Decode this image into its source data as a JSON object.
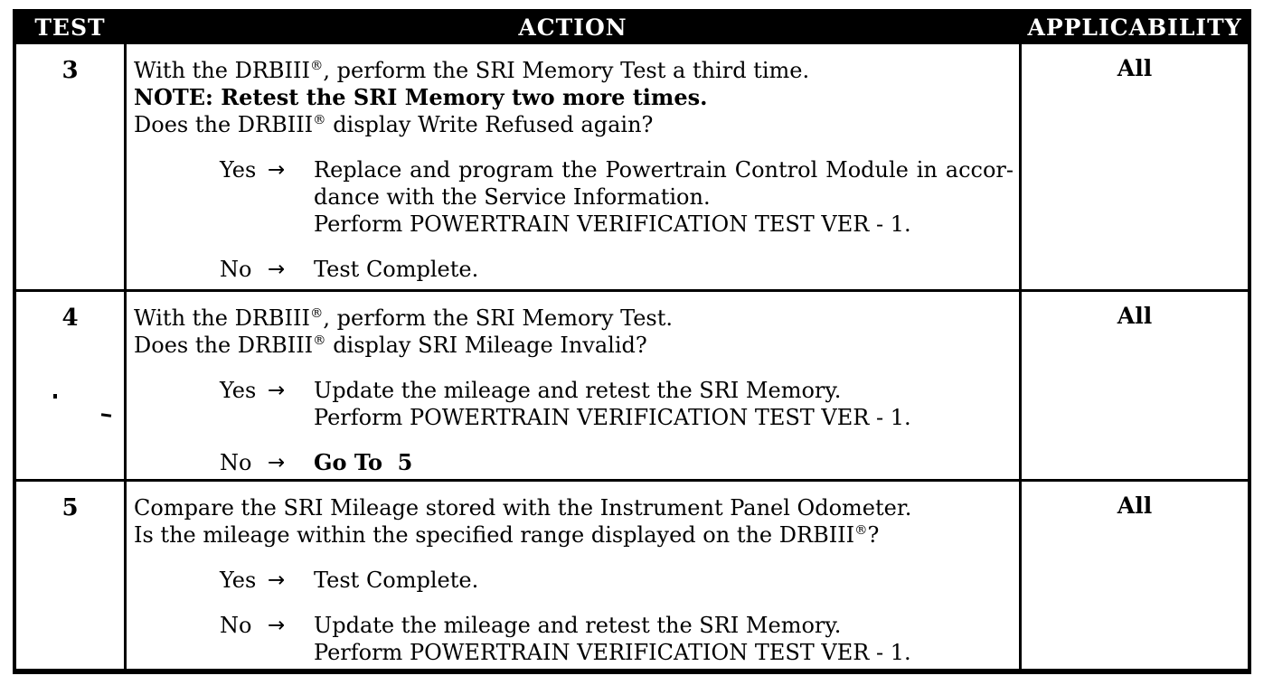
{
  "colors": {
    "ink": "#000000",
    "paper": "#ffffff"
  },
  "table": {
    "headers": {
      "test": "TEST",
      "action": "ACTION",
      "applicability": "APPLICABILITY"
    },
    "rows": [
      {
        "test": "3",
        "applicability": "All",
        "intro": [
          "With the DRBIII®, perform the SRI Memory Test a third time.",
          "NOTE: Retest the SRI Memory two more times.",
          "Does the DRBIII® display Write Refused again?"
        ],
        "yes": {
          "label": "Yes",
          "arrow": "→",
          "lines": [
            "Replace and program the Powertrain Control Module in accor-",
            "dance with the Service Information.",
            "Perform POWERTRAIN VERIFICATION TEST VER - 1."
          ]
        },
        "no": {
          "label": "No",
          "arrow": "→",
          "lines": [
            "Test Complete."
          ]
        }
      },
      {
        "test": "4",
        "applicability": "All",
        "intro": [
          "With the DRBIII®, perform the SRI Memory Test.",
          "Does the DRBIII® display SRI Mileage Invalid?"
        ],
        "yes": {
          "label": "Yes",
          "arrow": "→",
          "lines": [
            "Update the mileage and retest the SRI Memory.",
            "Perform POWERTRAIN VERIFICATION TEST VER - 1."
          ]
        },
        "no": {
          "label": "No",
          "arrow": "→",
          "lines": [
            "Go To  5"
          ]
        }
      },
      {
        "test": "5",
        "applicability": "All",
        "intro": [
          "Compare the SRI Mileage stored with the Instrument Panel Odometer.",
          "Is the mileage within the specified range displayed on the DRBIII®?"
        ],
        "yes": {
          "label": "Yes",
          "arrow": "→",
          "lines": [
            "Test Complete."
          ]
        },
        "no": {
          "label": "No",
          "arrow": "→",
          "lines": [
            "Update the mileage and retest the SRI Memory.",
            "Perform POWERTRAIN VERIFICATION TEST VER - 1."
          ]
        }
      }
    ]
  }
}
